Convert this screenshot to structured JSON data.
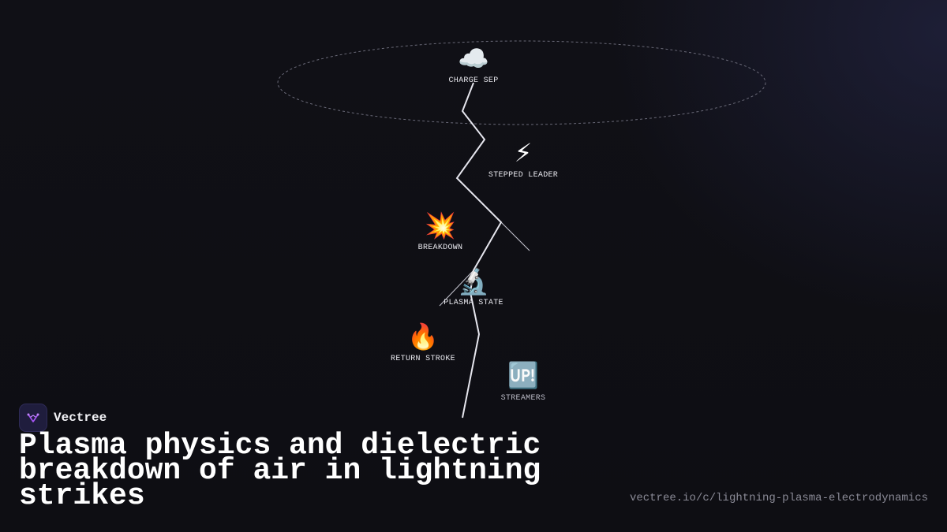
{
  "brand": {
    "name": "Vectree"
  },
  "title": "Plasma physics and dielectric breakdown of air in lightning strikes",
  "url": "vectree.io/c/lightning-plasma-electrodynamics",
  "nodes": {
    "charge_sep": {
      "icon": "☁️",
      "icon_name": "cloud-icon",
      "label": "CHARGE SEP"
    },
    "stepped_leader": {
      "icon": "⚡",
      "icon_name": "lightning-icon",
      "label": "STEPPED LEADER"
    },
    "breakdown": {
      "icon": "💥",
      "icon_name": "collision-icon",
      "label": "BREAKDOWN"
    },
    "plasma_state": {
      "icon": "🔬",
      "icon_name": "microscope-icon",
      "label": "PLASMA STATE"
    },
    "return_stroke": {
      "icon": "🔥",
      "icon_name": "fire-icon",
      "label": "RETURN STROKE"
    },
    "streamers": {
      "icon": "🆙",
      "icon_name": "up-icon",
      "label": "STREAMERS"
    }
  },
  "colors": {
    "background": "#0f0f14",
    "bolt": "#e6e6ee",
    "ellipse": "#6a6a78",
    "brand_accent": "#a855f7",
    "url_text": "#8a8a96"
  }
}
